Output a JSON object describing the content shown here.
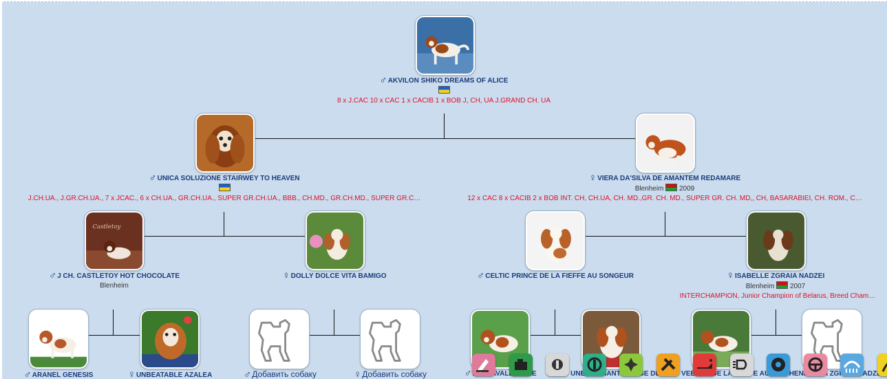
{
  "dogs": {
    "root": {
      "sex": "♂",
      "name": "AKVILON SHIKO DREAMS OF ALICE",
      "titles": "8 x J.CAC 10 x CAC 1 x CACIB 1 x BOB J, CH, UA J.GRAND CH. UA"
    },
    "sire": {
      "sex": "♂",
      "name": "UNICA SOLUZIONE STAIRWEY TO HEAVEN",
      "titles": "J.CH.UA., J.GR.CH.UA., 7 x JCAC., 6 x CH.UA., GR.CH.UA., SUPER GR.CH.UA., BBB., CH.MD., GR.CH.MD., SUPER GR.C…"
    },
    "dam": {
      "sex": "♀",
      "name": "VIERA DA'SILVA DE AMANTEM REDAMARE",
      "breed": "Blenheim",
      "year": "2009",
      "titles": "12 x CAC 8 x CACIB 2 x BOB INT. CH, CH.UA, CH. MD.,GR. CH. MD., SUPER GR. CH. MD,, CH, BASARABIEI, CH. ROM., C…"
    },
    "ss": {
      "sex": "♂",
      "name": "J CH. CASTLETOY HOT CHOCOLATE",
      "breed": "Blenheim"
    },
    "sd": {
      "sex": "♀",
      "name": "DOLLY DOLCE VITA BAMIGO"
    },
    "ds": {
      "sex": "♂",
      "name": "CELTIC PRINCE DE LA FIEFFE AU SONGEUR"
    },
    "dd": {
      "sex": "♀",
      "name": "ISABELLE ZGRAIA NADZEI",
      "breed": "Blenheim",
      "year": "2007",
      "titles": "INTERCHAMPION, Junior Champion of Belarus, Breed Cham…"
    },
    "sss": {
      "sex": "♂",
      "name": "ARANEL GENESIS"
    },
    "ssd": {
      "sex": "♀",
      "name": "UNBEATABLE AZALEA"
    },
    "sds": {
      "sex": "♂",
      "name": "Добавить собаку"
    },
    "sdd": {
      "sex": "♀",
      "name": "Добавить собаку"
    },
    "dss": {
      "sex": "♂",
      "name": "PASCAVALE JAMIE"
    },
    "dsd": {
      "sex": "♀",
      "name": "UNE ENCHANTERESSE DE"
    },
    "dds": {
      "sex": "♂",
      "name": "VEE-JAY DE LA FIEFFE AU"
    },
    "ddd": {
      "sex": "♀",
      "name": "HENRIETTA ZGRAIA NADZEI"
    }
  },
  "toolbar": [
    {
      "icon": "note-edit-icon",
      "bg": "#e07a9a"
    },
    {
      "icon": "engine-icon",
      "bg": "#2f9a4a"
    },
    {
      "icon": "gear-shift-icon",
      "bg": "#d8d8d8"
    },
    {
      "icon": "brake-icon",
      "bg": "#2fae8a"
    },
    {
      "icon": "fan-icon",
      "bg": "#8cc83c"
    },
    {
      "icon": "tools-icon",
      "bg": "#f0a020"
    },
    {
      "icon": "oil-can-icon",
      "bg": "#e03a3a"
    },
    {
      "icon": "headlight-icon",
      "bg": "#d8d8d8"
    },
    {
      "icon": "wheel-icon",
      "bg": "#3a9ad8"
    },
    {
      "icon": "steering-wheel-icon",
      "bg": "#e88aa0"
    },
    {
      "icon": "car-wash-icon",
      "bg": "#5aa8e0"
    },
    {
      "icon": "wiper-icon",
      "bg": "#f0d020"
    }
  ],
  "colors": {
    "background": "#cadcee",
    "name": "#1c3c7a",
    "titles": "#e0102a"
  }
}
